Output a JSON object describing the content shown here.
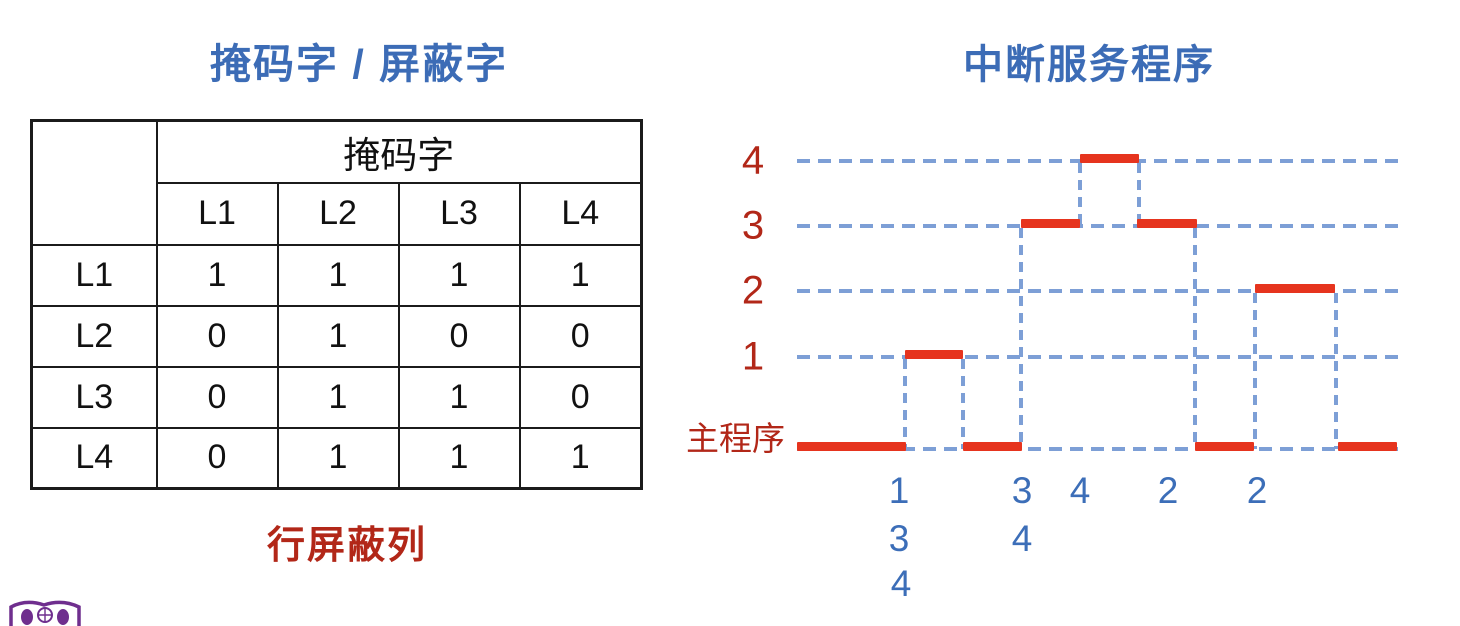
{
  "colors": {
    "title_blue": "#3c6cb6",
    "dash_blue": "#7d9fd6",
    "mark_blue": "#3c6eb8",
    "label_red": "#b22718",
    "segment_red": "#e6341e",
    "logo_purple": "#6f2e8e"
  },
  "left_panel": {
    "title": "掩码字 / 屏蔽字",
    "caption": "行屏蔽列",
    "mask_table": {
      "top_header": "掩码字",
      "col_headers": [
        "L1",
        "L2",
        "L3",
        "L4"
      ],
      "rows": [
        {
          "label": "L1",
          "values": [
            "1",
            "1",
            "1",
            "1"
          ]
        },
        {
          "label": "L2",
          "values": [
            "0",
            "1",
            "0",
            "0"
          ]
        },
        {
          "label": "L3",
          "values": [
            "0",
            "1",
            "1",
            "0"
          ]
        },
        {
          "label": "L4",
          "values": [
            "0",
            "1",
            "1",
            "1"
          ]
        }
      ]
    }
  },
  "right_panel": {
    "title": "中断服务程序",
    "diagram": {
      "level_labels": [
        "4",
        "3",
        "2",
        "1"
      ],
      "main_label": "主程序",
      "execution_order": [
        "主程序",
        "1",
        "主程序",
        "3",
        "4",
        "3",
        "主程序",
        "2",
        "主程序"
      ],
      "request_marks": {
        "row1": [
          "1",
          "3",
          "4",
          "2",
          "2"
        ],
        "row2": [
          "3",
          "4"
        ],
        "row3": [
          "4"
        ]
      }
    }
  }
}
